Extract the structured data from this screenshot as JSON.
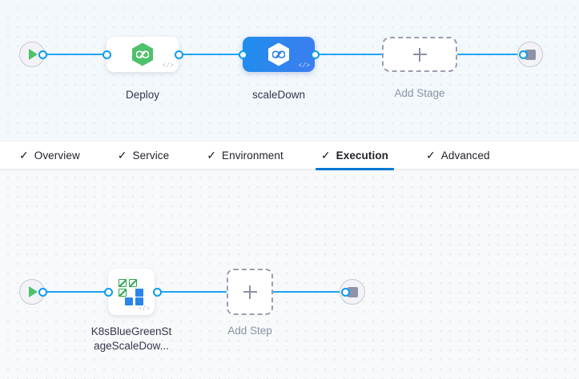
{
  "stage_graph": {
    "start_node": {
      "name": "pipeline-start",
      "icon": "play-icon"
    },
    "end_node": {
      "name": "pipeline-end",
      "icon": "stop-icon"
    },
    "nodes": [
      {
        "label": "Deploy",
        "icon": "harness-hexagon-green-icon",
        "selected": false,
        "code_badge": "</>"
      },
      {
        "label": "scaleDown",
        "icon": "harness-hexagon-white-icon",
        "selected": true,
        "code_badge": "</>"
      }
    ],
    "add_stage": {
      "label": "Add Stage",
      "icon": "plus-icon"
    }
  },
  "tabs": [
    {
      "label": "Overview",
      "check": "✓",
      "active": false
    },
    {
      "label": "Service",
      "check": "✓",
      "active": false
    },
    {
      "label": "Environment",
      "check": "✓",
      "active": false
    },
    {
      "label": "Execution",
      "check": "✓",
      "active": true
    },
    {
      "label": "Advanced",
      "check": "✓",
      "active": false
    }
  ],
  "step_graph": {
    "start_node": {
      "name": "execution-start",
      "icon": "play-icon"
    },
    "end_node": {
      "name": "execution-end",
      "icon": "stop-icon"
    },
    "step": {
      "label_line1": "K8sBlueGreenSt",
      "label_line2": "ageScaleDow...",
      "icon": "kubernetes-scale-icon",
      "code_badge": "</>"
    },
    "add_step": {
      "label": "Add Step",
      "icon": "plus-icon"
    }
  },
  "colors": {
    "accent_blue": "#0278d5",
    "link_blue": "#20a4f3",
    "node_selected": "#1f8ded",
    "harness_green": "#4dc16b",
    "k8s_green": "#2aa44f",
    "k8s_blue": "#2b84ec"
  }
}
